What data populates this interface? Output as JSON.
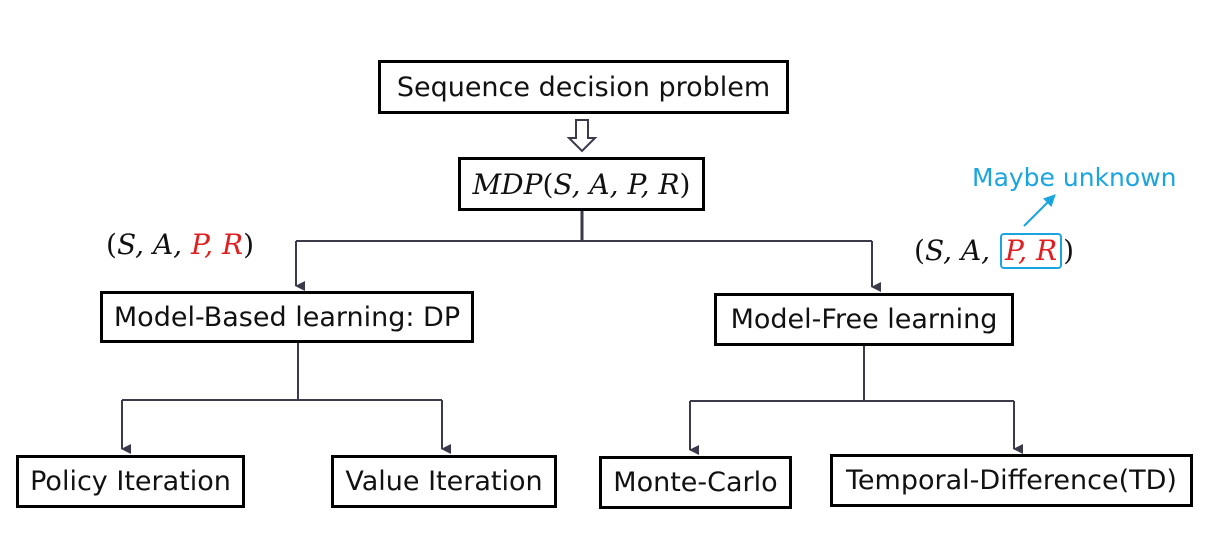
{
  "root": {
    "label": "Sequence decision problem"
  },
  "mdp": {
    "name": "MDP",
    "open": "(",
    "close": ")",
    "args": [
      "S",
      ", ",
      "A",
      ", ",
      "P",
      ", ",
      "R"
    ]
  },
  "model_based": {
    "label": "Model-Based learning: DP",
    "tuple": {
      "open": "(",
      "s": "S",
      "a": "A",
      "p": "P",
      "r": "R",
      "sep": ", ",
      "close": ")"
    },
    "children": [
      "Policy Iteration",
      "Value Iteration"
    ]
  },
  "model_free": {
    "label": "Model-Free learning",
    "tuple": {
      "open": "(",
      "s": "S",
      "a": "A",
      "p": "P",
      "r": "R",
      "sep": ", ",
      "close": ")"
    },
    "note": "Maybe unknown",
    "children": [
      "Monte-Carlo",
      "Temporal-Difference(TD)"
    ]
  },
  "colors": {
    "known_param": "#e02020",
    "highlight": "#1aa4e0",
    "connector": "#3a3a4a"
  }
}
